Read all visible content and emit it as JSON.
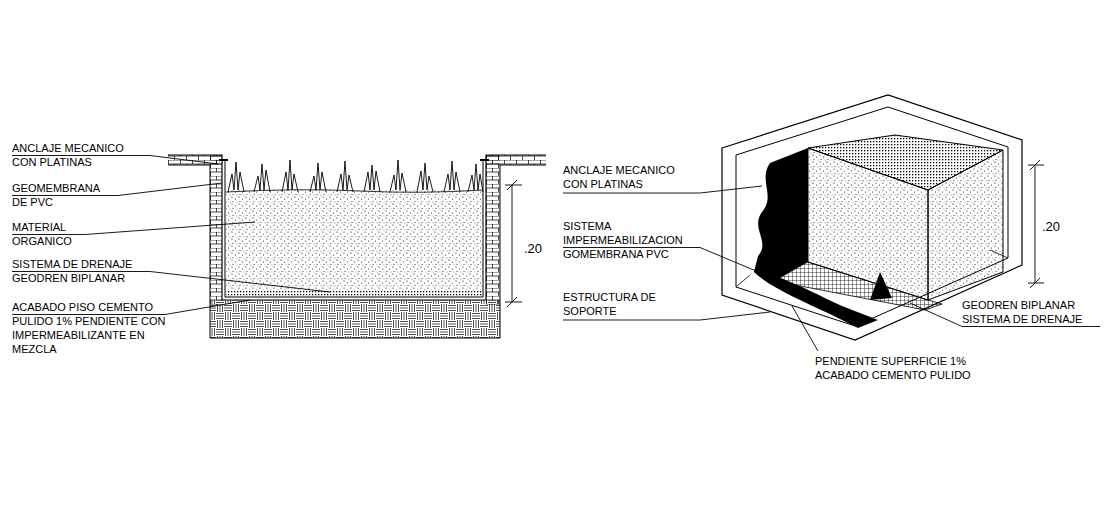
{
  "diagram": {
    "labels": [
      "ANCLAJE MECANICO CON PLATINAS",
      "GEOMEMBRANA DE PVC",
      "MATERIAL ORGANICO",
      "SISTEMA DE DRENAJE GEODREN BIPLANAR",
      "ACABADO PISO CEMENTO PULIDO 1% PENDIENTE CON IMPERMEABILIZANTE EN MEZCLA",
      ".20",
      "ANCLAJE MECANICO CON PLATINAS",
      "SISTEMA IMPERMEABILIZACION GOMEMBRANA PVC",
      "ESTRUCTURA DE SOPORTE",
      "PENDIENTE SUPERFICIE 1% ACABADO CEMENTO PULIDO",
      "GEODREN BIPLANAR SISTEMA DE DRENAJE",
      ".20"
    ]
  }
}
